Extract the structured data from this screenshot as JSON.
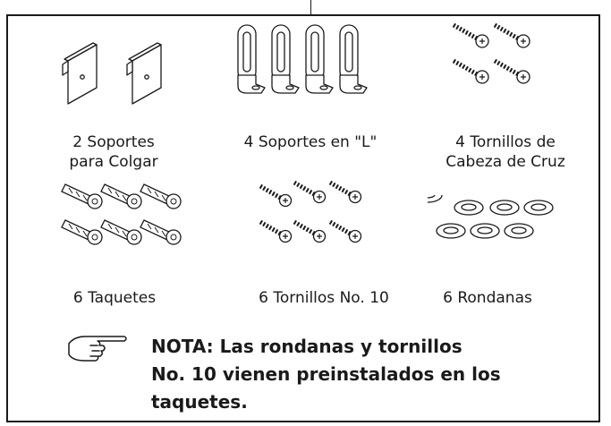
{
  "items": [
    {
      "label_line1": "2 Soportes",
      "label_line2": "para Colgar",
      "icon": "hanging-bracket-icon"
    },
    {
      "label_line1": "4 Soportes en \"L\"",
      "label_line2": "",
      "icon": "l-bracket-icon"
    },
    {
      "label_line1": "4 Tornillos de",
      "label_line2": "Cabeza de Cruz",
      "icon": "phillips-screw-icon"
    },
    {
      "label_line1": "6 Taquetes",
      "label_line2": "",
      "icon": "wall-anchor-icon"
    },
    {
      "label_line1": "6 Tornillos No. 10",
      "label_line2": "",
      "icon": "screw-icon"
    },
    {
      "label_line1": "6 Rondanas",
      "label_line2": "",
      "icon": "washer-icon"
    }
  ],
  "note": {
    "line1": "NOTA:  Las rondanas y tornillos",
    "line2": "No. 10 vienen preinstalados en los",
    "line3": "taquetes.",
    "icon": "pointing-hand-icon"
  }
}
